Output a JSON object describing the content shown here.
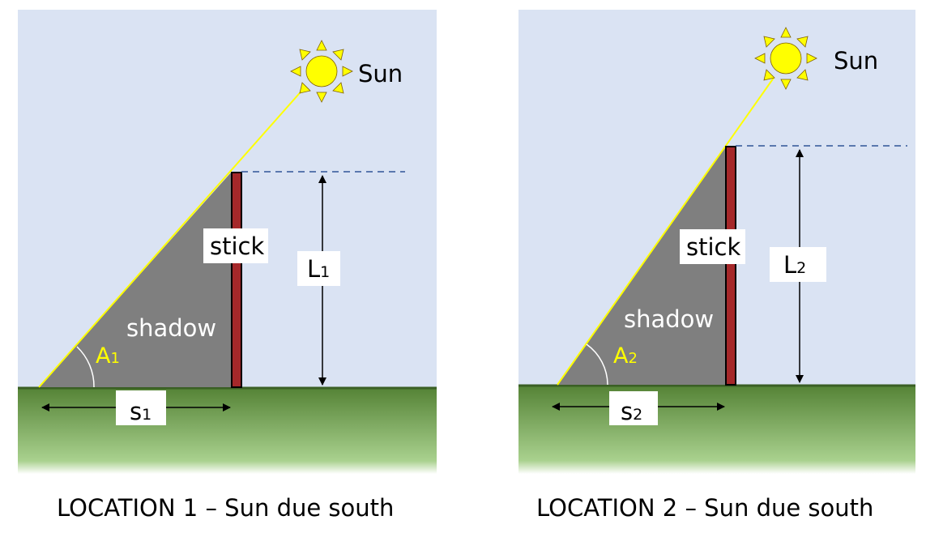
{
  "colors": {
    "sky": "#dae3f3",
    "ground_top": "#548235",
    "ground_bottom": "#a9d18e",
    "shadow": "#7f7f7f",
    "stick": "#a5282a",
    "sun": "#ffff00",
    "ray": "#ffff00",
    "dash": "#2f5597",
    "angle_label": "#ffff00"
  },
  "panels": [
    {
      "sun_label": "Sun",
      "stick_label": "stick",
      "shadow_label": "shadow",
      "angle": {
        "base": "A",
        "sub": "1"
      },
      "length": {
        "base": "L",
        "sub": "1"
      },
      "shadow_len": {
        "base": "s",
        "sub": "1"
      },
      "caption": "LOCATION 1 – Sun due south"
    },
    {
      "sun_label": "Sun",
      "stick_label": "stick",
      "shadow_label": "shadow",
      "angle": {
        "base": "A",
        "sub": "2"
      },
      "length": {
        "base": "L",
        "sub": "2"
      },
      "shadow_len": {
        "base": "s",
        "sub": "2"
      },
      "caption": "LOCATION 2 – Sun due south"
    }
  ]
}
